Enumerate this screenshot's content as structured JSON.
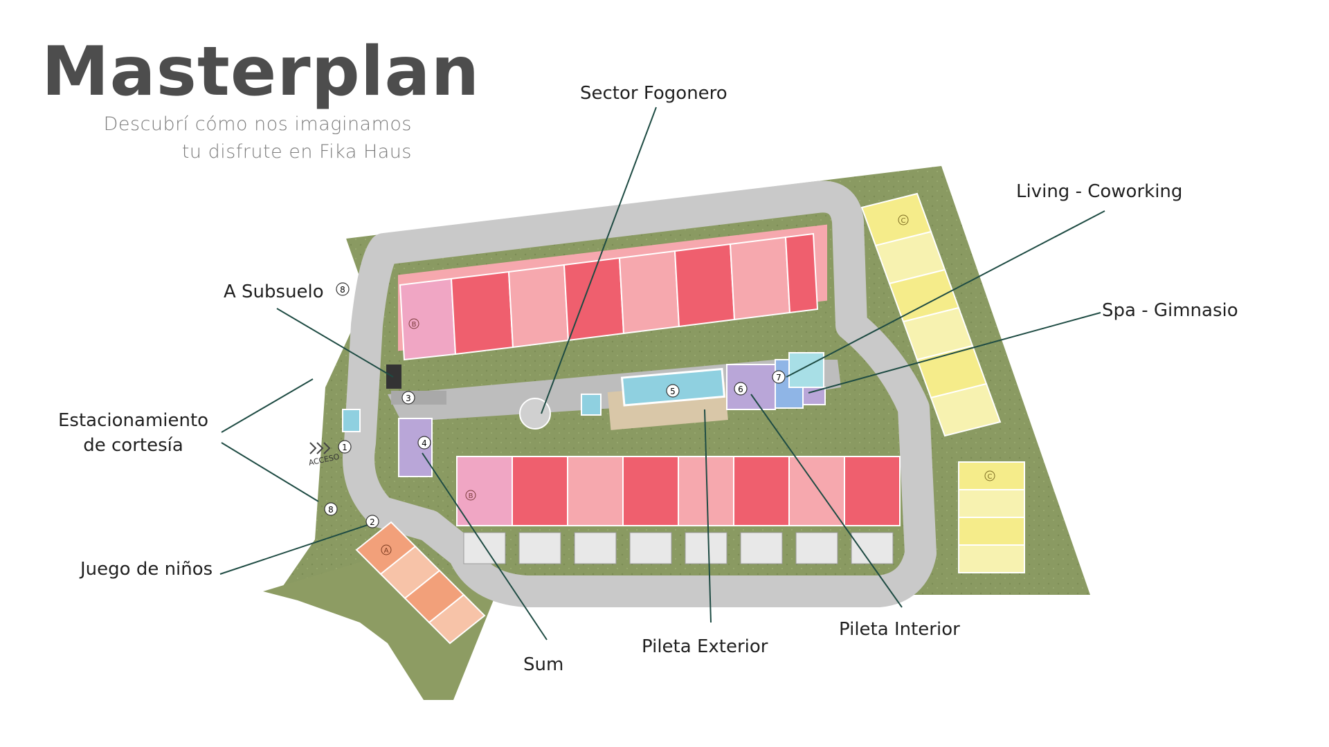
{
  "header": {
    "title": "Masterplan",
    "subtitle_line1": "Descubrí cómo nos imaginamos",
    "subtitle_line2": "tu disfrute en Fika Haus"
  },
  "labels": {
    "sector_fogonero": "Sector Fogonero",
    "living_coworking": "Living - Coworking",
    "spa_gimnasio": "Spa - Gimnasio",
    "a_subsuelo": "A Subsuelo",
    "estacionamiento_line1": "Estacionamiento",
    "estacionamiento_line2": "de cortesía",
    "juego_de_ninos": "Juego de niños",
    "sum": "Sum",
    "pileta_exterior": "Pileta Exterior",
    "pileta_interior": "Pileta Interior",
    "acceso": "ACCESO"
  },
  "markers": {
    "acceso": "1",
    "juego": "2",
    "subsuelo_entry": "3",
    "sum": "4",
    "pileta_exterior": "5",
    "pileta_interior": "6",
    "spa": "7",
    "subsuelo_label": "8",
    "estacionamiento": "8"
  },
  "unit_types": {
    "a": "A",
    "b": "B",
    "c": "C"
  },
  "colors": {
    "title": "#4d4d4d",
    "leader_line": "#1e4b43",
    "grass": "#8a9a62",
    "road": "#c9c9c9",
    "unit_a": "#f2a07a",
    "unit_b": "#ef5f6e",
    "unit_b_light": "#f6a8ae",
    "unit_c": "#f5ec8a",
    "water": "#8fd0e0",
    "amenity_purple": "#b9a6d8"
  }
}
